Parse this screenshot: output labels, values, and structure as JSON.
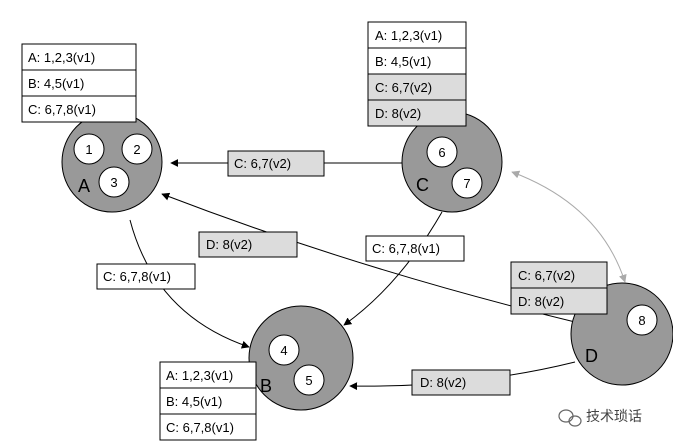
{
  "nodes": {
    "A": {
      "letter": "A",
      "items": [
        "1",
        "2",
        "3"
      ]
    },
    "B": {
      "letter": "B",
      "items": [
        "4",
        "5"
      ]
    },
    "C": {
      "letter": "C",
      "items": [
        "6",
        "7"
      ]
    },
    "D": {
      "letter": "D",
      "items": [
        "8"
      ]
    }
  },
  "tables": {
    "A": [
      "A: 1,2,3(v1)",
      "B: 4,5(v1)",
      "C: 6,7,8(v1)"
    ],
    "B": [
      "A: 1,2,3(v1)",
      "B: 4,5(v1)",
      "C: 6,7,8(v1)"
    ],
    "C": [
      "A: 1,2,3(v1)",
      "B: 4,5(v1)",
      "C: 6,7(v2)",
      "D: 8(v2)"
    ],
    "D": [
      "C: 6,7(v2)",
      "D: 8(v2)"
    ]
  },
  "messages": {
    "c_to_a": "C: 6,7(v2)",
    "d_to_a": "D: 8(v2)",
    "a_to_b": "C: 6,7,8(v1)",
    "c_to_b": "C: 6,7,8(v1)",
    "d_to_b": "D: 8(v2)"
  },
  "watermark": "技术琐话",
  "colors": {
    "node_fill": "#999999",
    "item_fill": "#ffffff",
    "highlight": "#dcdcdc",
    "edge": "#000000",
    "gossip_edge": "#aaaaaa"
  }
}
